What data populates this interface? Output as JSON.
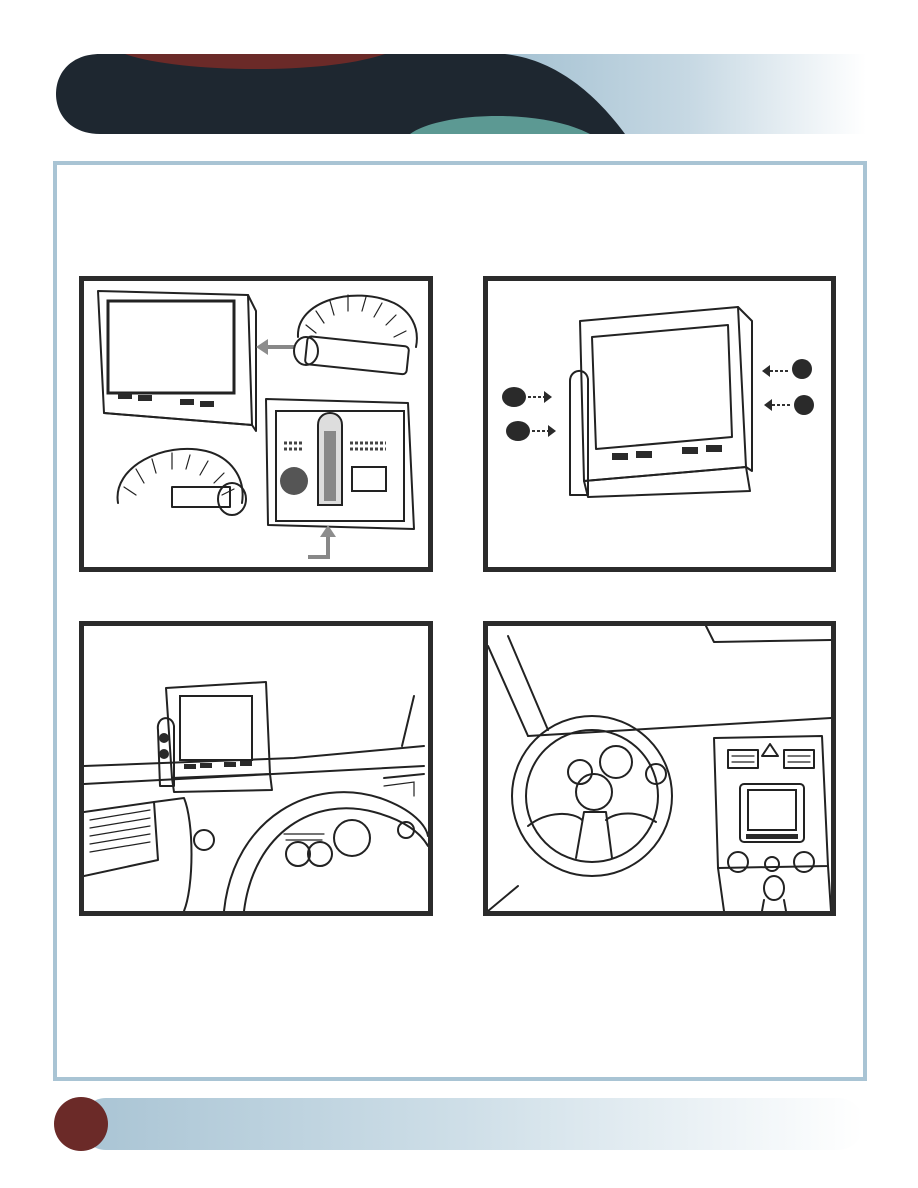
{
  "header": {
    "colors": {
      "navy": "#1e2730",
      "maroon": "#6b2a28",
      "teal": "#5c9993",
      "light_blue": "#a9c4d4"
    },
    "decoration": "header-swoosh-banner"
  },
  "frame": {
    "border_color": "#a9c4d4"
  },
  "figures": [
    {
      "id": "figure-1",
      "depicts": "monitor-bracket-clip-attachment-icon"
    },
    {
      "id": "figure-2",
      "depicts": "monitor-side-knobs-assembly-icon"
    },
    {
      "id": "figure-3",
      "depicts": "monitor-dashboard-left-mount-icon"
    },
    {
      "id": "figure-4",
      "depicts": "monitor-center-console-mount-icon"
    }
  ],
  "footer": {
    "colors": {
      "maroon_circle": "#6b2a28",
      "bar_start": "#a9c4d4",
      "bar_end": "#ffffff"
    }
  }
}
